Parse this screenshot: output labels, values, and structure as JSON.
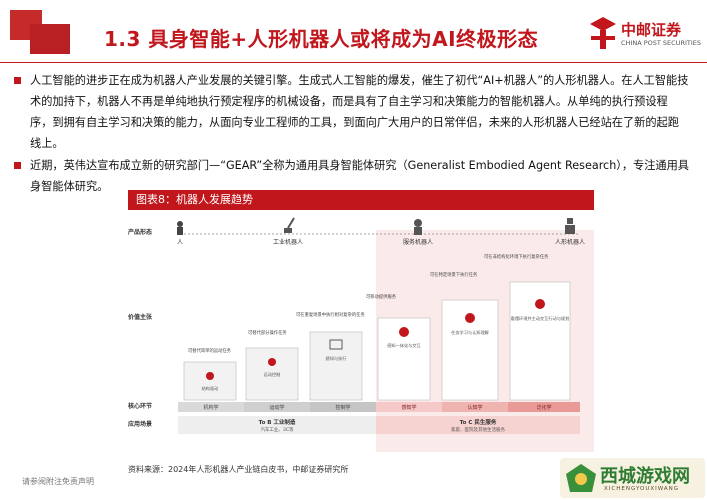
{
  "header": {
    "title": "1.3  具身智能+人形机器人或将成为AI终极形态",
    "logo_cn": "中邮证券",
    "logo_en": "CHINA POST SECURITIES"
  },
  "paragraphs": [
    "人工智能的进步正在成为机器人产业发展的关键引擎。生成式人工智能的爆发，催生了初代“AI+机器人”的人形机器人。在人工智能技术的加持下，机器人不再是单纯地执行预定程序的机械设备，而是具有了自主学习和决策能力的智能机器人。从单纯的执行预设程序，到拥有自主学习和决策的能力，从面向专业工程师的工具，到面向广大用户的日常伴侣，未来的人形机器人已经站在了新的起跑线上。",
    "近期，英伟达宣布成立新的研究部门—“GEAR”全称为通用具身智能体研究（Generalist Embodied Agent Research），专注通用具身智能体研究。"
  ],
  "figure": {
    "caption": "图表8：机器人发展趋势",
    "row_labels": [
      "产品形态",
      "价值主张",
      "核心环节",
      "应用场景"
    ],
    "form_labels": [
      "人",
      "工业机器人",
      "服务机器人",
      "人形机器人"
    ],
    "value_props": [
      "可替代简单的运动任务",
      "可替代部分操作任务",
      "可在重复场景中执行相对复杂的任务",
      "可移动提供服务",
      "可在特定场景下执行任务",
      "可在非结构化环境下执行复杂任务"
    ],
    "stage_notes": [
      "结构驱动",
      "运动控制",
      "感知与执行",
      "感知一体化与交互",
      "任务学习与认知理解",
      "看懂环境并主动交互行动与规划"
    ],
    "core_links": [
      "机构学",
      "运动学",
      "控制学",
      "感知学",
      "认知学",
      "泛化学"
    ],
    "app_left_title": "To B 工业制造",
    "app_left_sub": "汽车工业、3C等",
    "app_right_title": "To C 民生服务",
    "app_right_sub": "家庭、医院及其他生活服务"
  },
  "source": "资料来源：2024年人形机器人产业链白皮书，中邮证券研究所",
  "disclaimer": "请参阅附注免责声明",
  "watermark": {
    "cn": "西城游戏网",
    "en": "XICHENGYOUXIWANG"
  },
  "colors": {
    "brand_red": "#c0161c",
    "accent_pink": "#f7dedd",
    "watermark_green": "#2e7d32"
  }
}
